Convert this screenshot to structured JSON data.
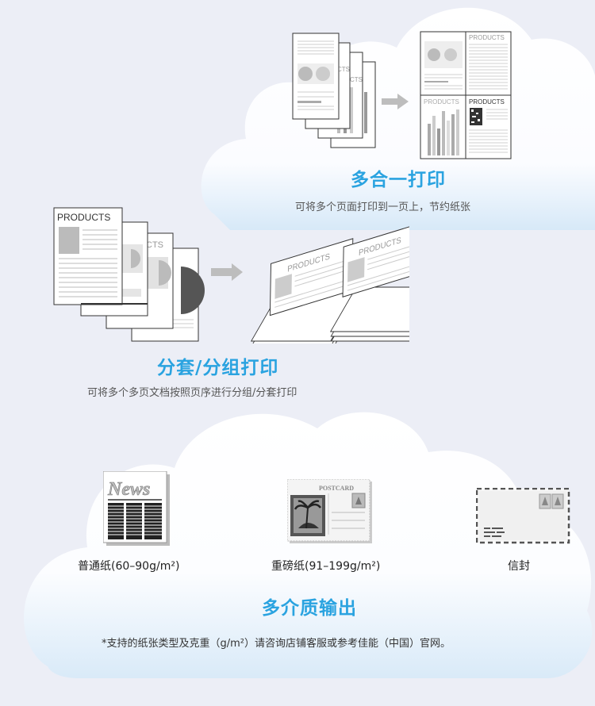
{
  "section_nup": {
    "title": "多合一打印",
    "description": "可将多个页面打印到一页上，节约纸张",
    "page_label": "PRODUCTS",
    "fragment_label": "CTS"
  },
  "section_collate": {
    "title": "分套/分组打印",
    "description": "可将多个多页文档按照页序进行分组/分套打印",
    "page_label": "PRODUCTS",
    "fragment_label": "CTS"
  },
  "section_media": {
    "title": "多介质输出",
    "papers": [
      {
        "label": "普通纸(60–90g/m²)",
        "image_text": "News"
      },
      {
        "label": "重磅纸(91–199g/m²)",
        "image_text": "POSTCARD"
      },
      {
        "label": "信封"
      }
    ],
    "note": "*支持的纸张类型及克重（g/m²）请咨询店铺客服或参考佳能（中国）官网。"
  }
}
